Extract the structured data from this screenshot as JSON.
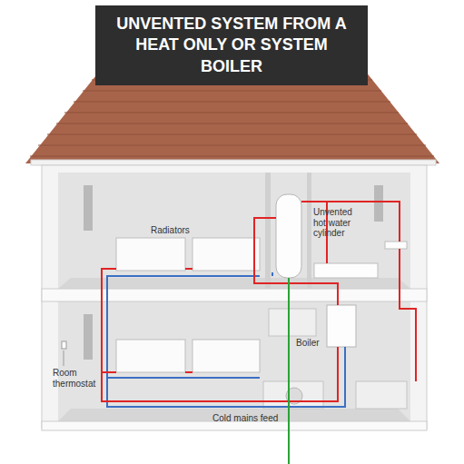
{
  "diagram": {
    "title": "UNVENTED SYSTEM FROM A HEAT ONLY OR SYSTEM BOILER",
    "labels": [
      "Radiators",
      "Unvented hot water cylinder",
      "Boiler",
      "Room thermostat",
      "Cold mains feed"
    ]
  }
}
